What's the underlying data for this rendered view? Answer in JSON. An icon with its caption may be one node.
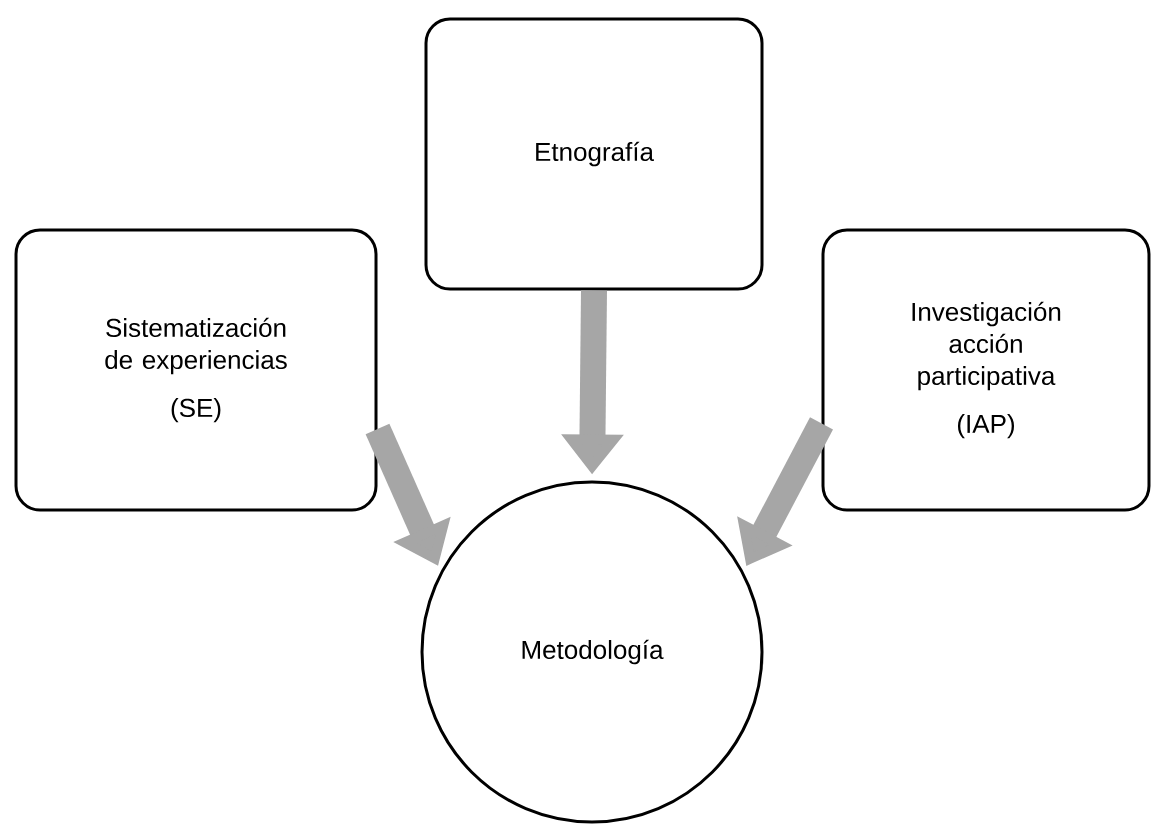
{
  "diagram": {
    "nodes": [
      {
        "text": [
          "Etnografía"
        ]
      },
      {
        "text": [
          "Sistematización de experiencias",
          "(SE)"
        ]
      },
      {
        "text": [
          "Investigación acción participativa",
          "(IAP)"
        ]
      },
      {
        "text": [
          "Metodología"
        ]
      }
    ],
    "edges": [
      {
        "from": 1,
        "to": 3,
        "arrow": "to"
      },
      {
        "from": 0,
        "to": 3,
        "arrow": "to"
      },
      {
        "from": 2,
        "to": 3,
        "arrow": "to"
      }
    ]
  }
}
